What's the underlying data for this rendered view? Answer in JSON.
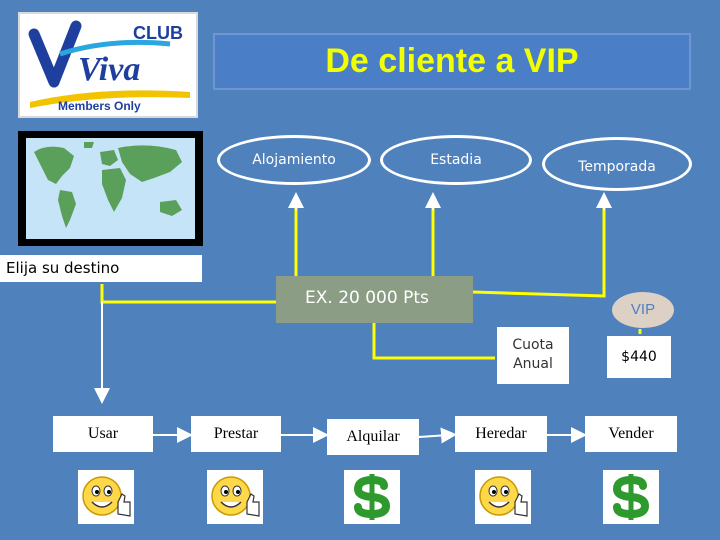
{
  "logo": {
    "club": "CLUB",
    "brand": "Viva",
    "tagline": "Members Only"
  },
  "title": "De cliente a VIP",
  "stays": [
    {
      "label": "Alojamiento"
    },
    {
      "label": "Estadia"
    },
    {
      "label": "Temporada"
    }
  ],
  "map_label": "Elija su destino",
  "points_box": "EX. 20 000 Pts",
  "vip_label": "VIP",
  "cuota": {
    "line1": "Cuota",
    "line2": "Anual"
  },
  "price": "$440",
  "actions": [
    {
      "label": "Usar",
      "icon": "smiley-thumbs-up-icon"
    },
    {
      "label": "Prestar",
      "icon": "smiley-thumbs-up-icon"
    },
    {
      "label": "Alquilar",
      "icon": "dollar-sign-icon"
    },
    {
      "label": "Heredar",
      "icon": "smiley-thumbs-up-icon"
    },
    {
      "label": "Vender",
      "icon": "dollar-sign-icon"
    }
  ],
  "colors": {
    "background": "#4f81bd",
    "title_text": "#f2ff00",
    "connector": "#ffff00",
    "points_box": "#8b9d84",
    "vip_oval": "#ddd1c6",
    "dollar_green": "#2e9a2e"
  }
}
